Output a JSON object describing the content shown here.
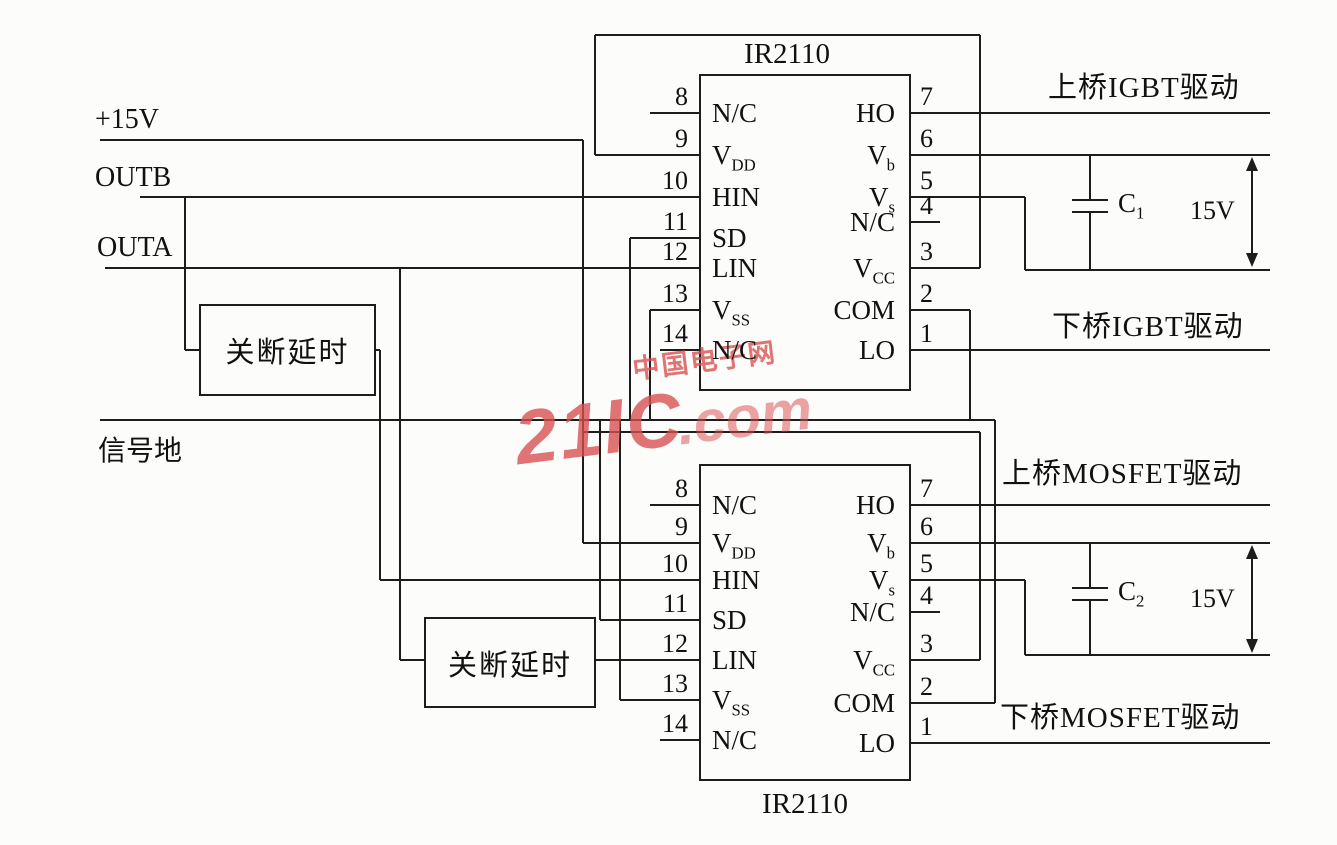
{
  "watermark": {
    "big": "21IC",
    "com": ".com",
    "cn": "中国电子网",
    "color": "#d94f4f"
  },
  "left_labels": {
    "v15": "+15V",
    "outb": "OUTB",
    "outa": "OUTA",
    "gnd": "信号地"
  },
  "delay1": "关断延时",
  "delay2": "关断延时",
  "ics": {
    "top": {
      "title": "IR2110",
      "left_pins": [
        {
          "num": "8",
          "name": "N/C",
          "sub": ""
        },
        {
          "num": "9",
          "name": "V",
          "sub": "DD"
        },
        {
          "num": "10",
          "name": "HIN",
          "sub": ""
        },
        {
          "num": "11",
          "name": "SD",
          "sub": ""
        },
        {
          "num": "12",
          "name": "LIN",
          "sub": ""
        },
        {
          "num": "13",
          "name": "V",
          "sub": "SS"
        },
        {
          "num": "14",
          "name": "N/C",
          "sub": ""
        }
      ],
      "right_pins": [
        {
          "num": "7",
          "name": "HO",
          "sub": ""
        },
        {
          "num": "6",
          "name": "V",
          "sub": "b"
        },
        {
          "num": "5",
          "name": "V",
          "sub": "s"
        },
        {
          "num": "4",
          "name": "N/C",
          "sub": ""
        },
        {
          "num": "3",
          "name": "V",
          "sub": "CC"
        },
        {
          "num": "2",
          "name": "COM",
          "sub": ""
        },
        {
          "num": "1",
          "name": "LO",
          "sub": ""
        }
      ]
    },
    "bottom": {
      "title": "IR2110",
      "left_pins": [
        {
          "num": "8",
          "name": "N/C",
          "sub": ""
        },
        {
          "num": "9",
          "name": "V",
          "sub": "DD"
        },
        {
          "num": "10",
          "name": "HIN",
          "sub": ""
        },
        {
          "num": "11",
          "name": "SD",
          "sub": ""
        },
        {
          "num": "12",
          "name": "LIN",
          "sub": ""
        },
        {
          "num": "13",
          "name": "V",
          "sub": "SS"
        },
        {
          "num": "14",
          "name": "N/C",
          "sub": ""
        }
      ],
      "right_pins": [
        {
          "num": "7",
          "name": "HO",
          "sub": ""
        },
        {
          "num": "6",
          "name": "V",
          "sub": "b"
        },
        {
          "num": "5",
          "name": "V",
          "sub": "s"
        },
        {
          "num": "4",
          "name": "N/C",
          "sub": ""
        },
        {
          "num": "3",
          "name": "V",
          "sub": "CC"
        },
        {
          "num": "2",
          "name": "COM",
          "sub": ""
        },
        {
          "num": "1",
          "name": "LO",
          "sub": ""
        }
      ]
    }
  },
  "outputs": {
    "igbt_high": "上桥IGBT驱动",
    "igbt_low": "下桥IGBT驱动",
    "mosfet_high": "上桥MOSFET驱动",
    "mosfet_low": "下桥MOSFET驱动"
  },
  "caps": {
    "c1": {
      "name": "C",
      "sub": "1",
      "voltage": "15V"
    },
    "c2": {
      "name": "C",
      "sub": "2",
      "voltage": "15V"
    }
  }
}
